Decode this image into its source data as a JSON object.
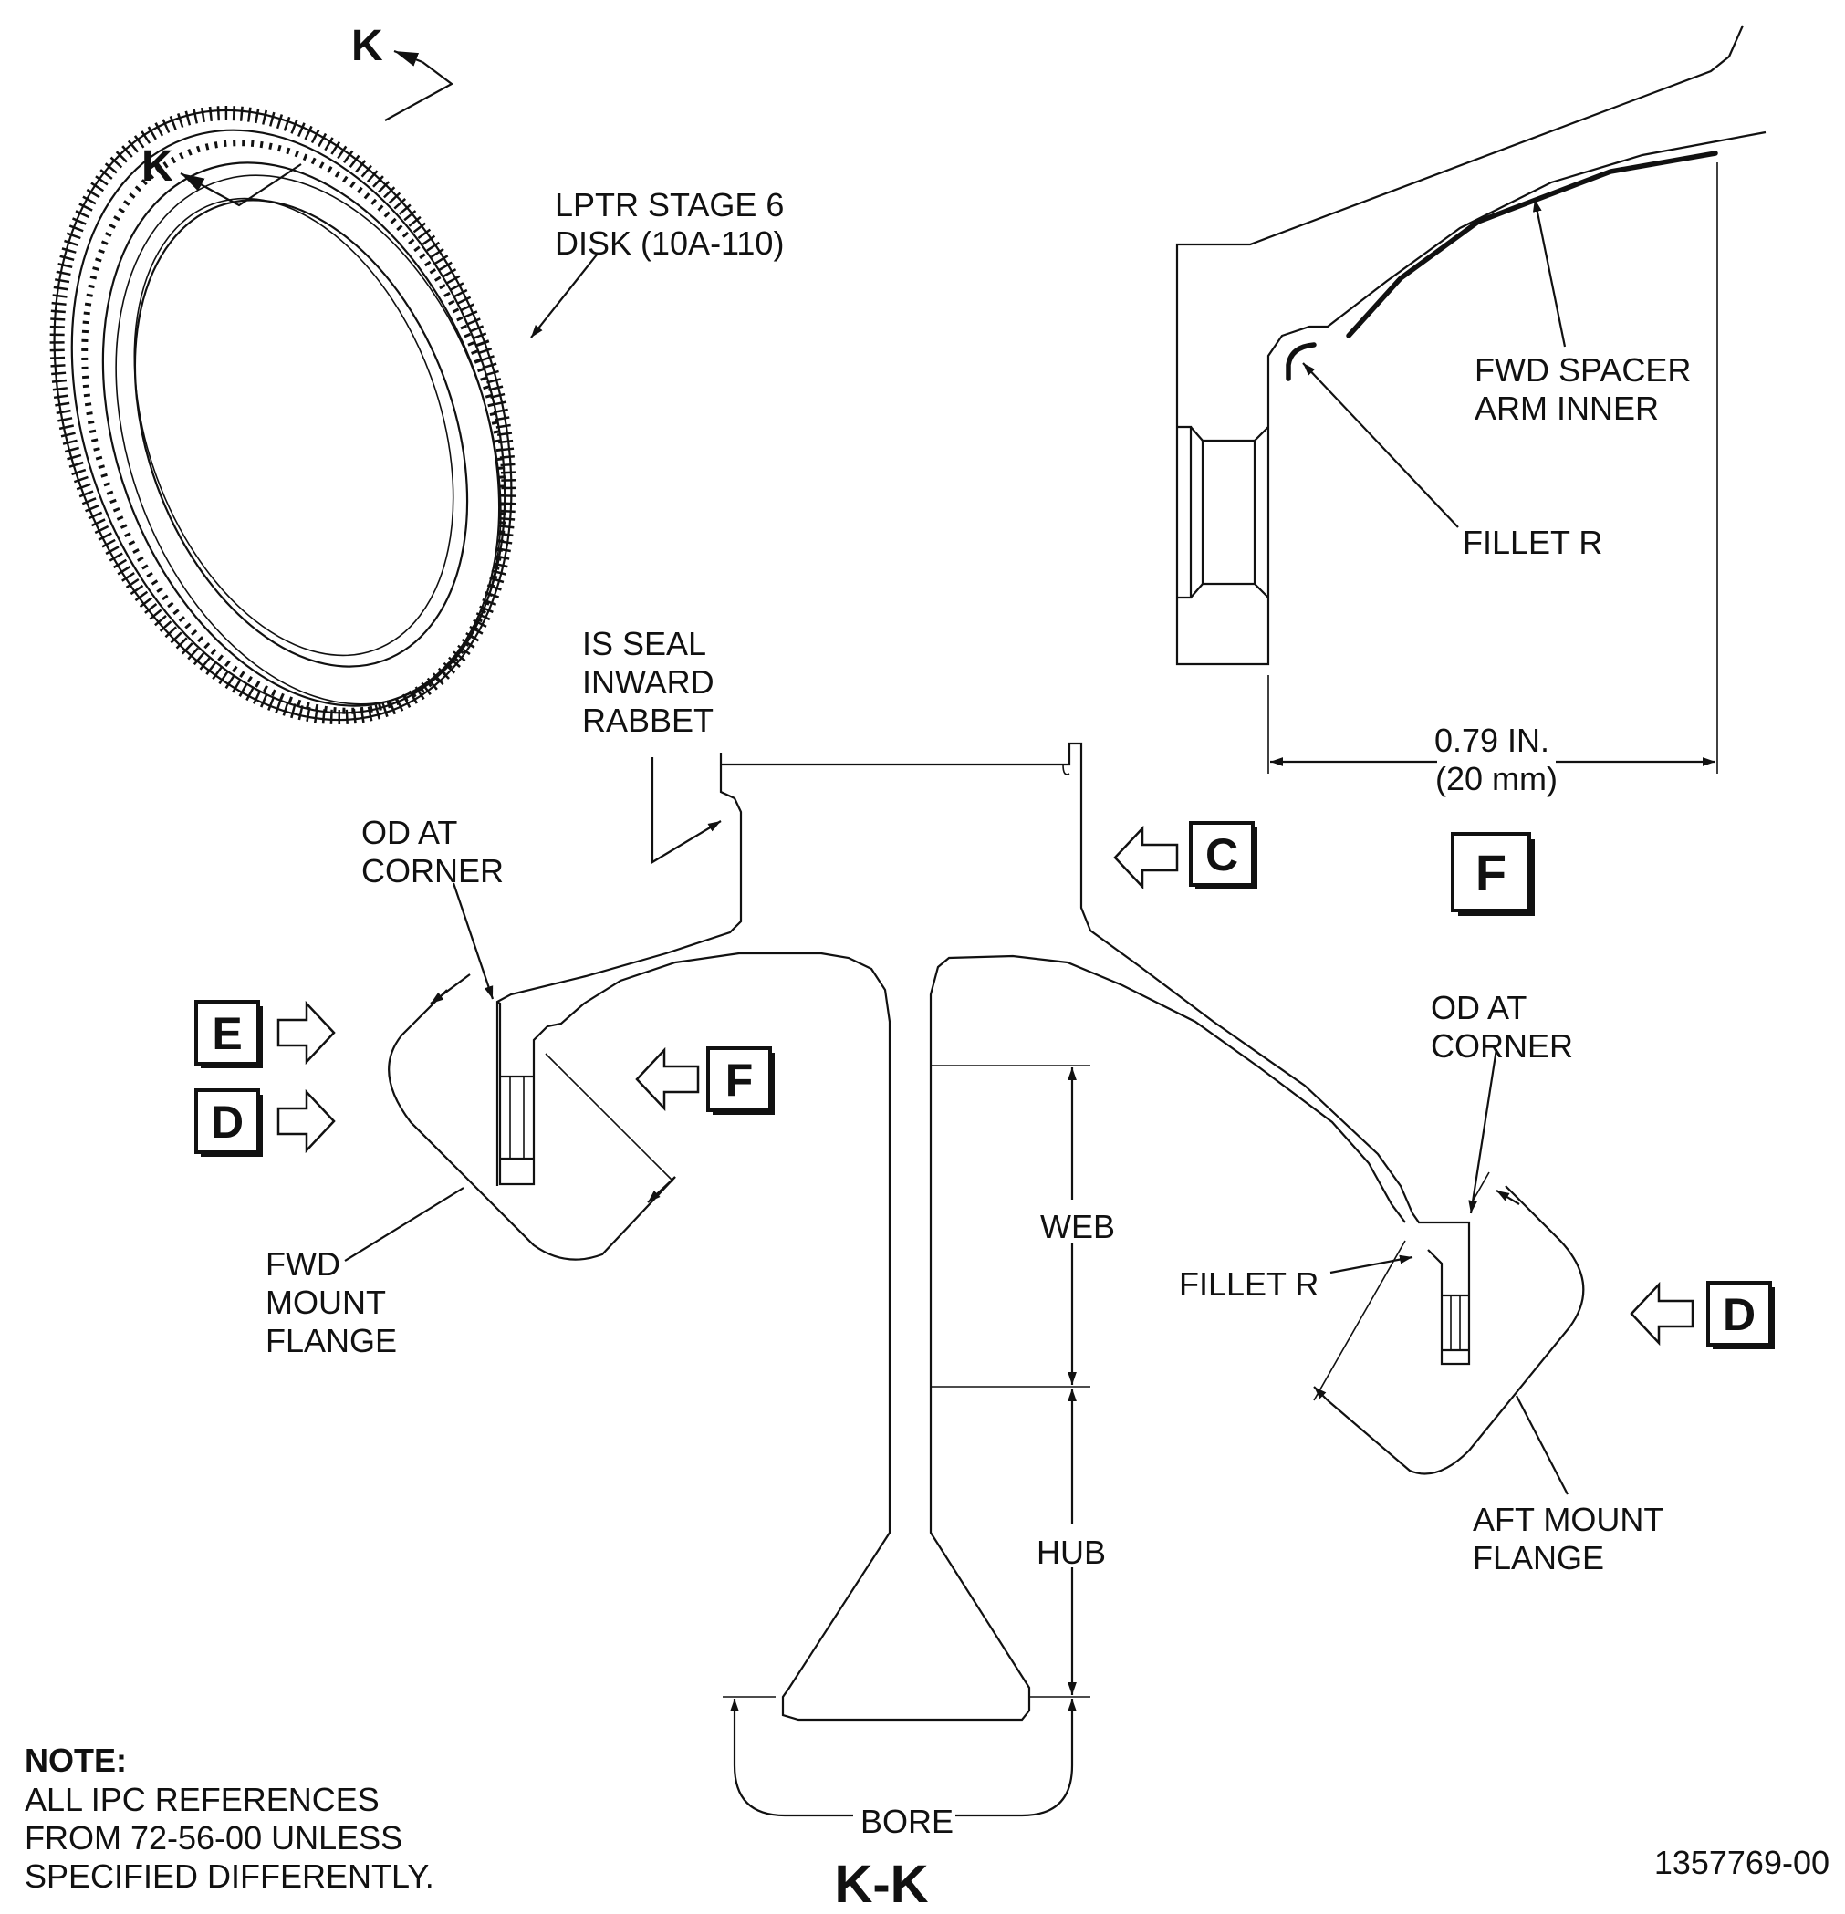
{
  "disk_label": [
    "LPTR STAGE 6",
    "DISK (10A-110)"
  ],
  "section_marker": "K",
  "section_title": "K-K",
  "detail_f": {
    "spacer_label": [
      "FWD SPACER",
      "ARM INNER"
    ],
    "fillet_label": "FILLET R",
    "dimension": [
      "0.79 IN.",
      "(20 mm)"
    ],
    "view_letter": "F"
  },
  "section_kk": {
    "is_seal_label": [
      "IS SEAL",
      "INWARD",
      "RABBET"
    ],
    "od_corner_fwd": [
      "OD AT",
      "CORNER"
    ],
    "od_corner_aft": [
      "OD AT",
      "CORNER"
    ],
    "fwd_flange_label": [
      "FWD",
      "MOUNT",
      "FLANGE"
    ],
    "aft_flange_label": [
      "AFT MOUNT",
      "FLANGE"
    ],
    "fillet_label": "FILLET R",
    "web_label": "WEB",
    "hub_label": "HUB",
    "bore_label": "BORE",
    "view_c": "C",
    "view_e": "E",
    "view_d_left": "D",
    "view_f": "F",
    "view_d_right": "D"
  },
  "note": {
    "title": "NOTE:",
    "lines": [
      "ALL IPC REFERENCES",
      "FROM 72-56-00 UNLESS",
      "SPECIFIED DIFFERENTLY."
    ]
  },
  "figure_id": "1357769-00"
}
